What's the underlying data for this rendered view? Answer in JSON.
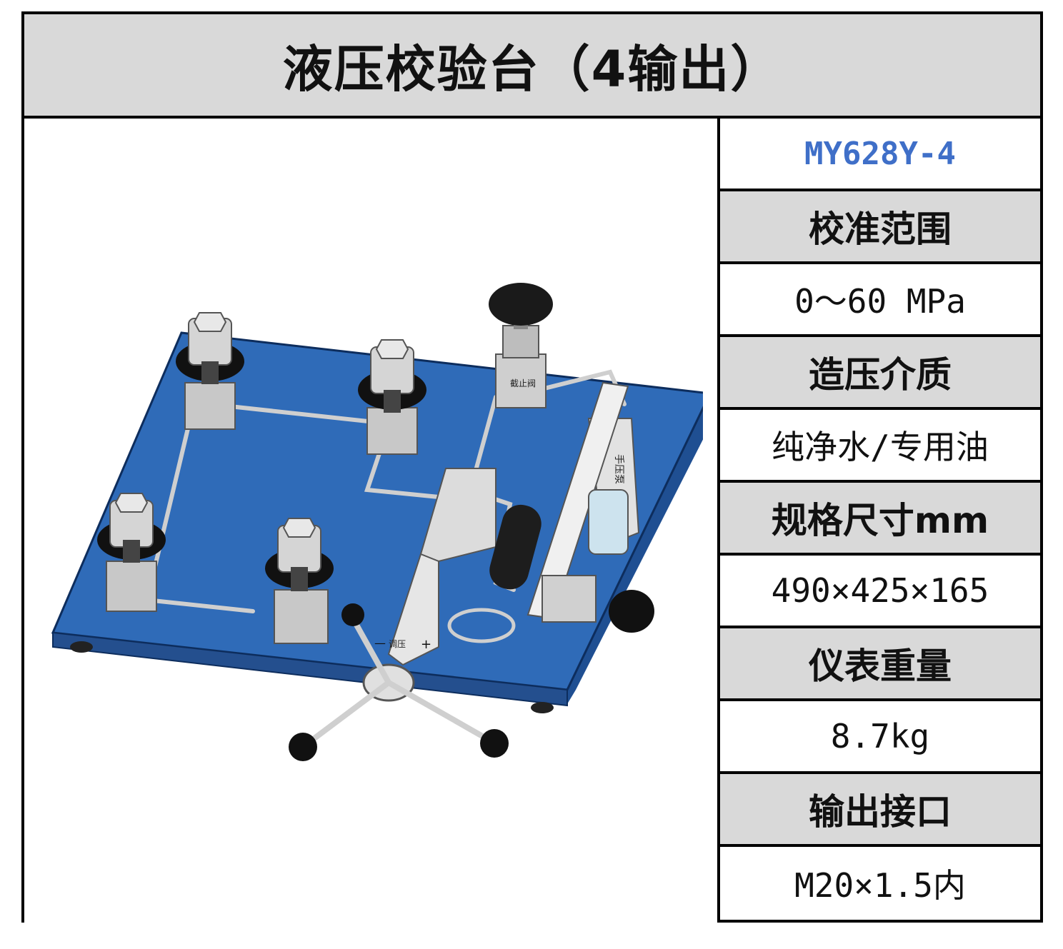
{
  "title": "液压校验台（4输出）",
  "model": "MY628Y-4",
  "specs": [
    {
      "label": "校准范围",
      "value": "0～60 MPa"
    },
    {
      "label": "造压介质",
      "value": "纯净水/专用油"
    },
    {
      "label": "规格尺寸mm",
      "value": "490×425×165"
    },
    {
      "label": "仪表重量",
      "value": "8.7kg"
    },
    {
      "label": "输出接口",
      "value": "M20×1.5内"
    }
  ],
  "colors": {
    "header_bg": "#d9d9d9",
    "model_text": "#3f6fc8",
    "base_plate": "#2f6bb8"
  },
  "image": {
    "description_icon": "hydraulic-test-bench-illustration",
    "labels": {
      "pump": "手压泵",
      "valve": "截止阀",
      "adjust": "调压",
      "plus": "+",
      "minus": "—"
    }
  }
}
